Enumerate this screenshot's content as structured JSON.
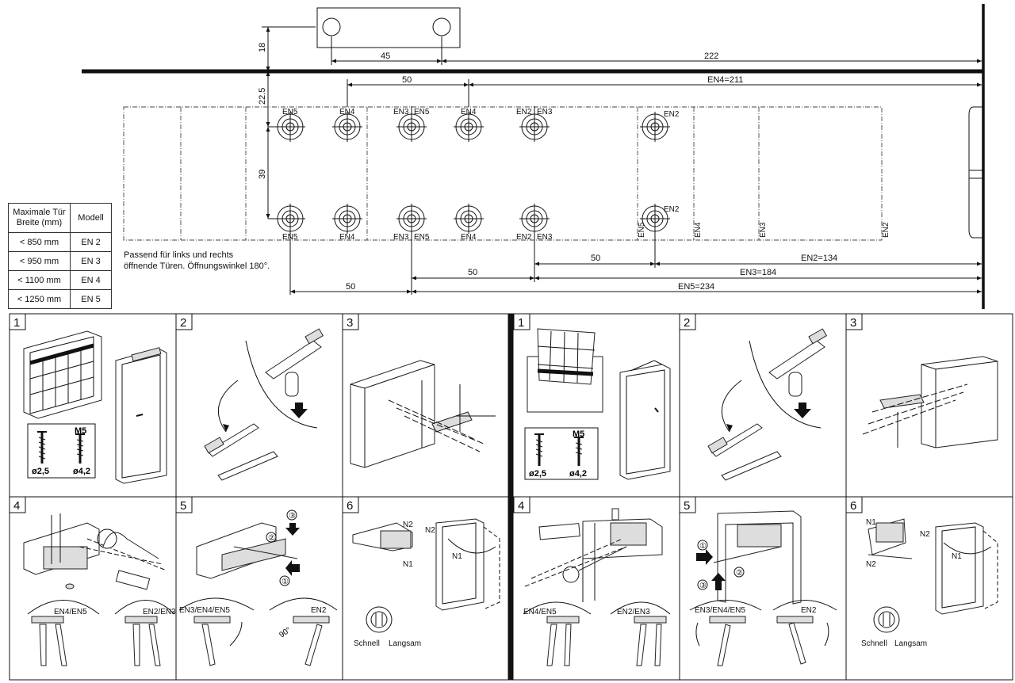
{
  "table": {
    "header_width": "Maximale Tür Breite (mm)",
    "header_model": "Modell",
    "rows": [
      {
        "width": "< 850 mm",
        "model": "EN 2"
      },
      {
        "width": "< 950 mm",
        "model": "EN 3"
      },
      {
        "width": "< 1100 mm",
        "model": "EN 4"
      },
      {
        "width": "< 1250 mm",
        "model": "EN 5"
      }
    ]
  },
  "note": {
    "line1": "Passend für links und rechts",
    "line2": "öffnende Türen. Öffnungswinkel 180°."
  },
  "dimensions": {
    "d18": "18",
    "d45": "45",
    "d222": "222",
    "d22_5": "22.5",
    "d50_top": "50",
    "en4_211": "EN4=211",
    "d39": "39",
    "d50_r1": "50",
    "en2_134": "EN2=134",
    "d50_r2": "50",
    "en3_184": "EN3=184",
    "d50_r3": "50",
    "en5_234": "EN5=234"
  },
  "hole_labels": {
    "top": [
      "EN5",
      "EN4",
      "EN3",
      "EN5",
      "EN4",
      "EN2",
      "EN3",
      "EN2"
    ],
    "bottom": [
      "EN5",
      "EN4",
      "EN3",
      "EN5",
      "EN4",
      "EN2",
      "EN3"
    ],
    "mid_en2": "EN2",
    "vertical": [
      "EN5",
      "EN4",
      "EN3",
      "EN2"
    ]
  },
  "steps": {
    "left": [
      "1",
      "2",
      "3",
      "4",
      "5",
      "6"
    ],
    "right": [
      "1",
      "2",
      "3",
      "4",
      "5",
      "6"
    ]
  },
  "screws": {
    "m5": "M5",
    "d25": "ø2,5",
    "d42": "ø4,2"
  },
  "callouts": {
    "en4_en5": "EN4/EN5",
    "en2_en3": "EN2/EN3",
    "en3_en4_en5": "EN3/EN4/EN5",
    "en2": "EN2",
    "deg90": "90°",
    "n1": "N1",
    "n2": "N2",
    "c1": "①",
    "c2": "②",
    "c3": "③"
  },
  "speed": {
    "fast": "Schnell",
    "slow": "Langsam"
  }
}
